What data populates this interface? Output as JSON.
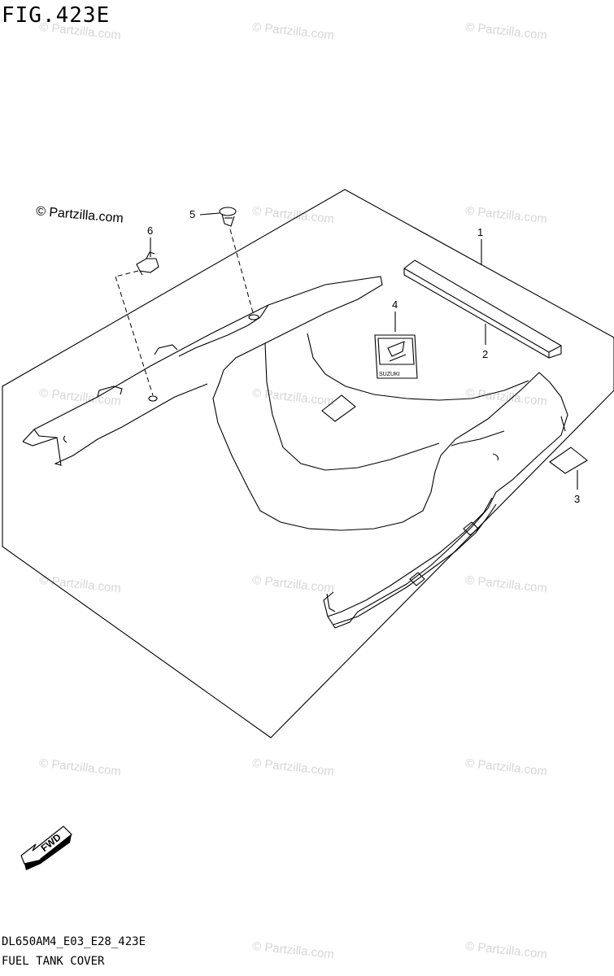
{
  "figure": {
    "title": "FIG.423E",
    "code": "DL650AM4_E03_E28_423E",
    "name": "FUEL TANK COVER"
  },
  "watermark": {
    "text": "© Partzilla.com",
    "color": "#d6d6d6"
  },
  "callouts": [
    {
      "label": "1"
    },
    {
      "label": "2"
    },
    {
      "label": "3"
    },
    {
      "label": "4"
    },
    {
      "label": "5"
    },
    {
      "label": "6"
    }
  ],
  "emblem": {
    "text": "SUZUKI"
  },
  "fwd": {
    "text": "FWD"
  }
}
